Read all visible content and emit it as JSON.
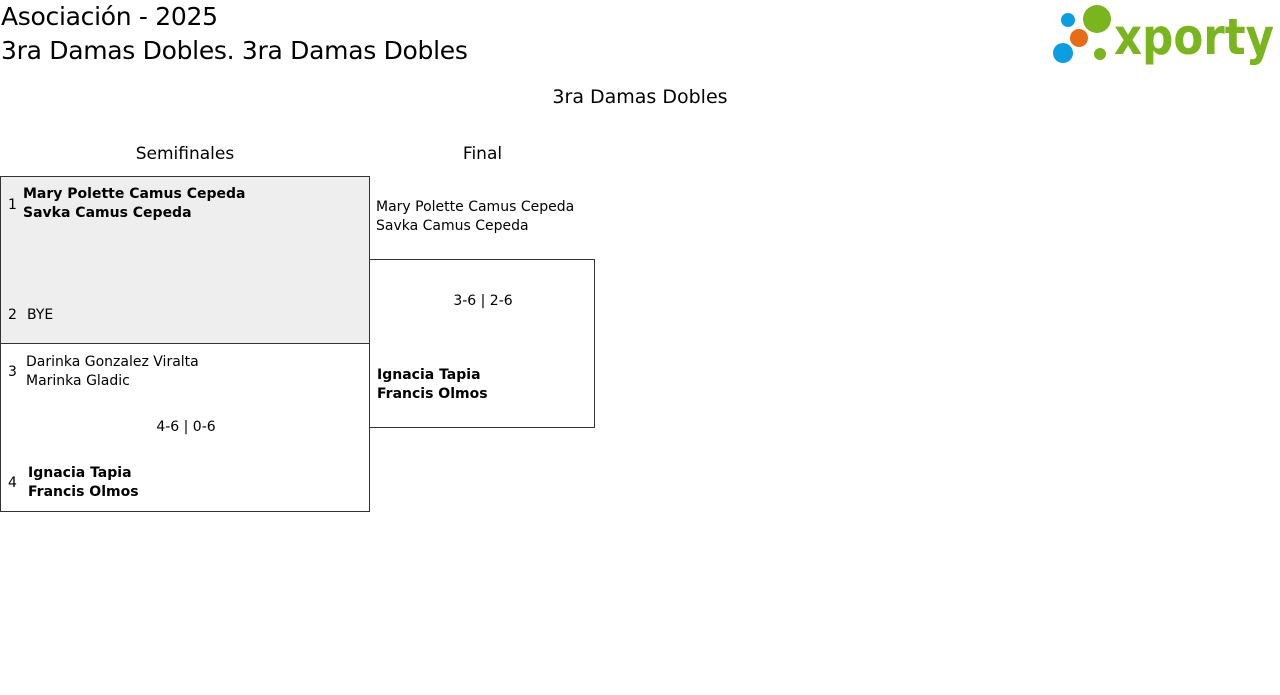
{
  "header": {
    "title": "Asociación - 2025",
    "subtitle": "3ra Damas Dobles. 3ra Damas Dobles"
  },
  "logo": {
    "text": "xporty",
    "colors": {
      "green": "#7ab51d",
      "blue": "#0b9ee0",
      "orange": "#e76c16"
    }
  },
  "draw_title": "3ra Damas Dobles",
  "rounds": [
    "Semifinales",
    "Final"
  ],
  "semifinals": [
    {
      "top": {
        "seed": "1",
        "player1": "Mary Polette Camus Cepeda",
        "player2": "Savka Camus Cepeda",
        "winner": true
      },
      "bottom": {
        "seed": "2",
        "player1": "BYE",
        "player2": "",
        "winner": false
      },
      "score": ""
    },
    {
      "top": {
        "seed": "3",
        "player1": "Darinka Gonzalez Viralta",
        "player2": "Marinka Gladic",
        "winner": false
      },
      "bottom": {
        "seed": "4",
        "player1": "Ignacia Tapia",
        "player2": "Francis Olmos",
        "winner": true
      },
      "score": "4-6 | 0-6"
    }
  ],
  "final": {
    "top": {
      "player1": "Mary Polette Camus Cepeda",
      "player2": "Savka Camus Cepeda",
      "winner": false
    },
    "bottom": {
      "player1": "Ignacia Tapia",
      "player2": "Francis Olmos",
      "winner": true
    },
    "score": "3-6 | 2-6"
  }
}
